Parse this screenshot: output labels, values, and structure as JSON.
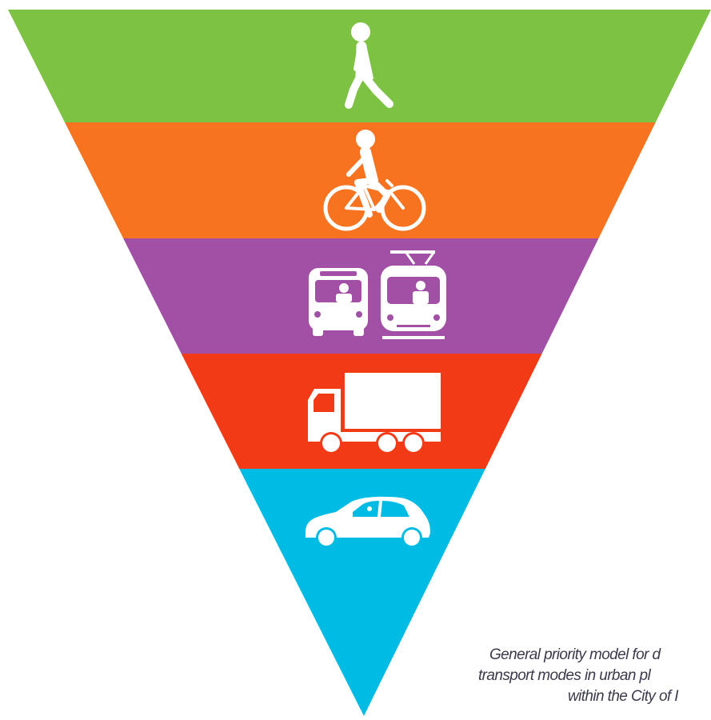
{
  "diagram": {
    "tiers": [
      {
        "mode": "walking",
        "icon": "pedestrian-icon",
        "color": "#7dc243"
      },
      {
        "mode": "cycling",
        "icon": "cyclist-icon",
        "color": "#f7731f"
      },
      {
        "mode": "public transport",
        "icon": "bus-tram-icon",
        "color": "#a24fa6"
      },
      {
        "mode": "freight",
        "icon": "truck-icon",
        "color": "#f23a17"
      },
      {
        "mode": "private car",
        "icon": "car-icon",
        "color": "#00bce4"
      }
    ]
  },
  "caption": {
    "line1": "General priority model for d",
    "line2": "transport modes in urban pl",
    "line3": "within the City of I"
  }
}
